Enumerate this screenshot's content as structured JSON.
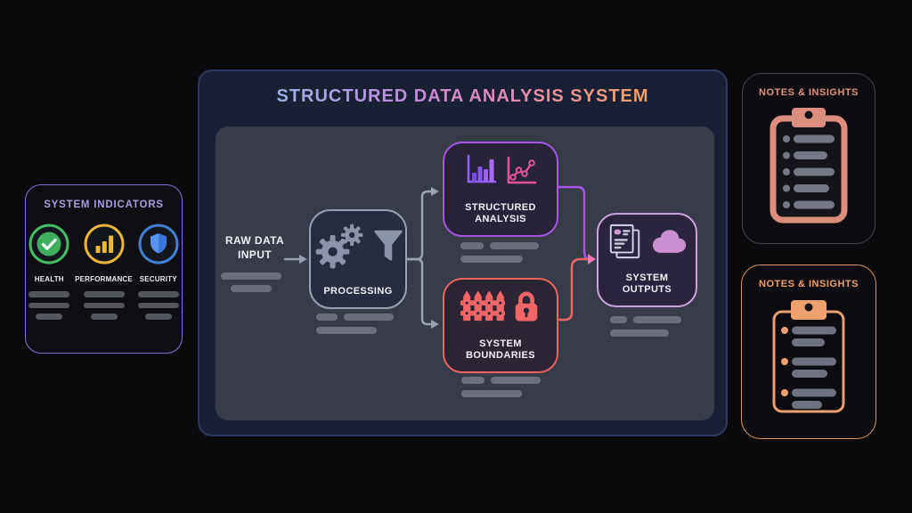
{
  "main": {
    "title": "STRUCTURED DATA ANALYSIS SYSTEM",
    "input": {
      "line1": "RAW DATA",
      "line2": "INPUT"
    },
    "nodes": {
      "processing": {
        "label": "PROCESSING",
        "icons": [
          "gears-icon",
          "funnel-icon"
        ]
      },
      "analysis": {
        "line1": "STRUCTURED",
        "line2": "ANALYSIS",
        "icons": [
          "bar-chart-icon",
          "line-chart-icon"
        ]
      },
      "boundaries": {
        "line1": "SYSTEM",
        "line2": "BOUNDARIES",
        "icons": [
          "fence-icon",
          "lock-icon"
        ]
      },
      "outputs": {
        "line1": "SYSTEM",
        "line2": "OUTPUTS",
        "icons": [
          "documents-icon",
          "cloud-icon"
        ]
      }
    }
  },
  "indicators": {
    "title": "SYSTEM INDICATORS",
    "items": [
      {
        "label": "HEALTH",
        "icon": "check-circle-icon",
        "color": "#44bd66"
      },
      {
        "label": "PERFORMANCE",
        "icon": "bar-chart-icon",
        "color": "#eeb53a"
      },
      {
        "label": "SECURITY",
        "icon": "shield-icon",
        "color": "#4a86e8"
      }
    ]
  },
  "notes": {
    "top": {
      "title": "NOTES & INSIGHTS",
      "icon": "clipboard-icon",
      "accent": "#dc8e7c"
    },
    "bottom": {
      "title": "NOTES & INSIGHTS",
      "icon": "clipboard-icon",
      "accent": "#f0a070"
    }
  },
  "colors": {
    "background": "#0a0a0c",
    "main_panel_bg": "#1a2034",
    "main_panel_border": "#2e3a63",
    "inner_panel_bg": "#383c48",
    "node_bg": "#272c3e",
    "title_gradient": [
      "#9bb0e6",
      "#c08ae0",
      "#e28ab2",
      "#f2a368"
    ],
    "indicators_border": "#8074d6",
    "indicators_title": "#a99ce2",
    "health_green": "#44bd66",
    "performance_gold": "#eeb53a",
    "security_blue": "#4a86e8",
    "processing_gray": "#98a1b1",
    "analysis_purple": "#a657e8",
    "analysis_pink": "#e0559a",
    "boundaries_red": "#ef6363",
    "outputs_lavender": "#cfa3e0",
    "cloud_plum": "#c98fd0",
    "notes_top_salmon": "#dc8e7c",
    "notes_bottom_orange": "#f0a070",
    "placeholder_gray": "#6b6f7a"
  }
}
